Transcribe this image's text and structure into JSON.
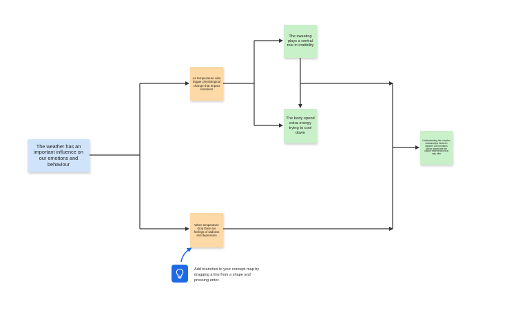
{
  "notes": {
    "main": "The weather has an important influence on our emotions and behaviour",
    "physio": "As temperature also trigger physiological change that impact emotions",
    "sweat": "The sweating plays a central role in irratibility",
    "body": "The body spend extra energy trying to cool down",
    "temp": "When temperature drop there are feelings of sadness and depression",
    "understand": "Understanding the complex relationships between weather and emotions allows appreciate the unique experiences that may alter"
  },
  "tip": {
    "text": "Add branches to your concept map by dragging a line from a shape and pressing enter.",
    "icon": "lightbulb-icon"
  },
  "colors": {
    "blue_note": "#cfe4fb",
    "orange_note": "#fcd9a6",
    "green_note": "#c8f0c9",
    "connector": "#333333",
    "tip_accent": "#1e6ae6"
  }
}
